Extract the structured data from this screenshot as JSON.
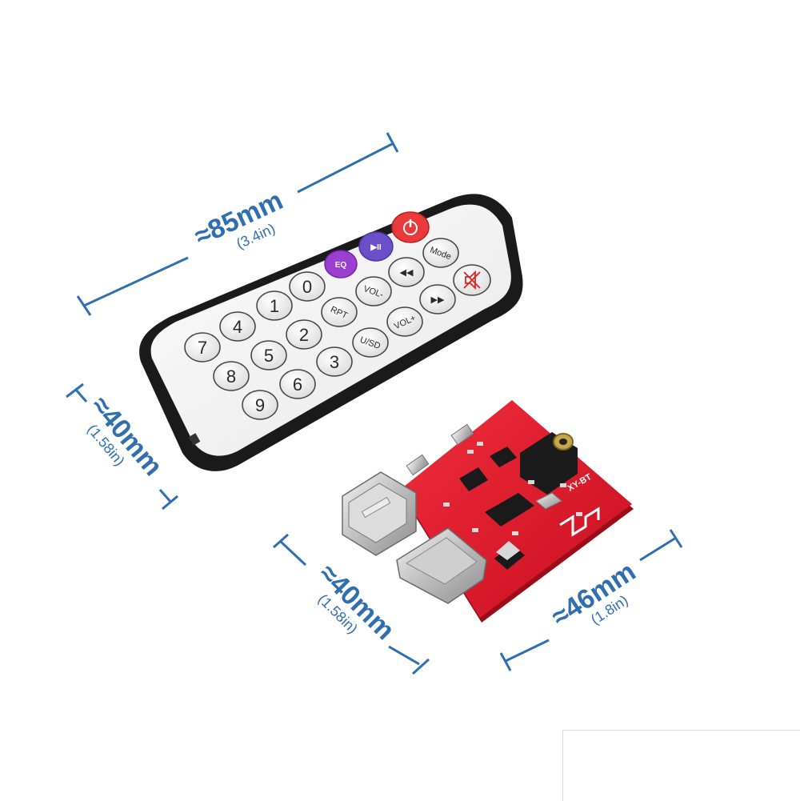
{
  "dimensions": {
    "remote_length": {
      "main": "≈85mm",
      "sub": "(3.4in)"
    },
    "remote_width": {
      "main": "≈40mm",
      "sub": "(1.58in)"
    },
    "board_depth": {
      "main": "≈40mm",
      "sub": "(1.58in)"
    },
    "board_width": {
      "main": "≈46mm",
      "sub": "(1.8in)"
    }
  },
  "remote": {
    "buttons": {
      "power": "",
      "play_pause": "▶II",
      "eq": "EQ",
      "mode": "Mode",
      "prev": "◀◀",
      "mute": "",
      "vol_minus": "VOL-",
      "next": "▶▶",
      "rpt": "RPT",
      "vol_plus": "VOL+",
      "usd": "U/SD",
      "digits": [
        "0",
        "1",
        "2",
        "3",
        "4",
        "5",
        "6",
        "7",
        "8",
        "9"
      ]
    }
  },
  "board": {
    "label": "XY-BT"
  },
  "colors": {
    "dimension": "#2f6fb0",
    "pcb": "#e2162a",
    "power_button": "#e83a3a",
    "eq_button": "#9b3fd1",
    "play_button": "#6a4fc8"
  }
}
